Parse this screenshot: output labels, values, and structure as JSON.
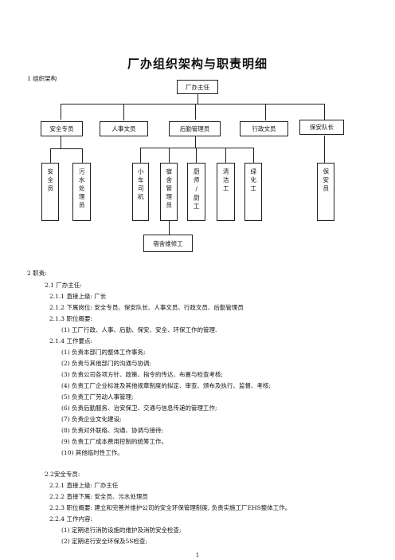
{
  "title": "厂办组织架构与职责明细",
  "section1": "1 组织架构",
  "org": {
    "root": "厂办主任",
    "level1": [
      "安全专员",
      "人事文员",
      "后勤管理员",
      "行政文员",
      "保安队长"
    ],
    "safety_children": [
      "安全员",
      "污水处理员"
    ],
    "logistics_children": [
      "小车司机",
      "宿舍管理员",
      "厨师/厨工",
      "清洁工",
      "绿化工"
    ],
    "security_children": [
      "保安员"
    ],
    "dorm_child": "宿舍维修工"
  },
  "lines": [
    "2 职责:",
    "2.1 厂办主任:",
    "2.1.1 直接上级: 厂长",
    "2.1.2 下属岗位: 安全专员、保安队长、人事文员、行政文员、后勤管理员",
    "2.1.3 职位概要:",
    "(1) 工厂行政、人事、后勤、保安、安全、环保工作的管理.",
    "2.1.4 工作要点:",
    "(1) 负责本部门的整体工作事务;",
    "(2) 负责与其他部门的沟通与协调;",
    "(3) 负责公司各项方针、政策、指令的传达、布置与检查考核;",
    "(4) 负责工厂企业标准及其他规章制度的拟定、审查、颁布及执行、监督、考核;",
    "(5) 负责工厂劳动人事管理;",
    "(6) 负责后勤服务、治安保卫、交通与信息传递的管理工作;",
    "(7) 负责企业文化建设;",
    "(8) 负责对外联络、沟通、协调与接待;",
    "(9) 负责工厂成本费用控制的统筹工作。",
    "(10) 其他临时性工作。",
    "2.2安全专员:",
    "2.2.1 直接上级: 厂办主任",
    "2.2.2 直接下属: 安全员、污水处理员",
    "2.2.3 职位概要: 建立和完善并维护公司的安全环保管理制度, 负责实施工厂EHS整体工作。",
    "2.2.4 工作内容:",
    "(1) 定期进行消防设施的维护及消防安全检查;",
    "(2) 定期进行安全环保及5S检查;"
  ],
  "page_number": "1"
}
